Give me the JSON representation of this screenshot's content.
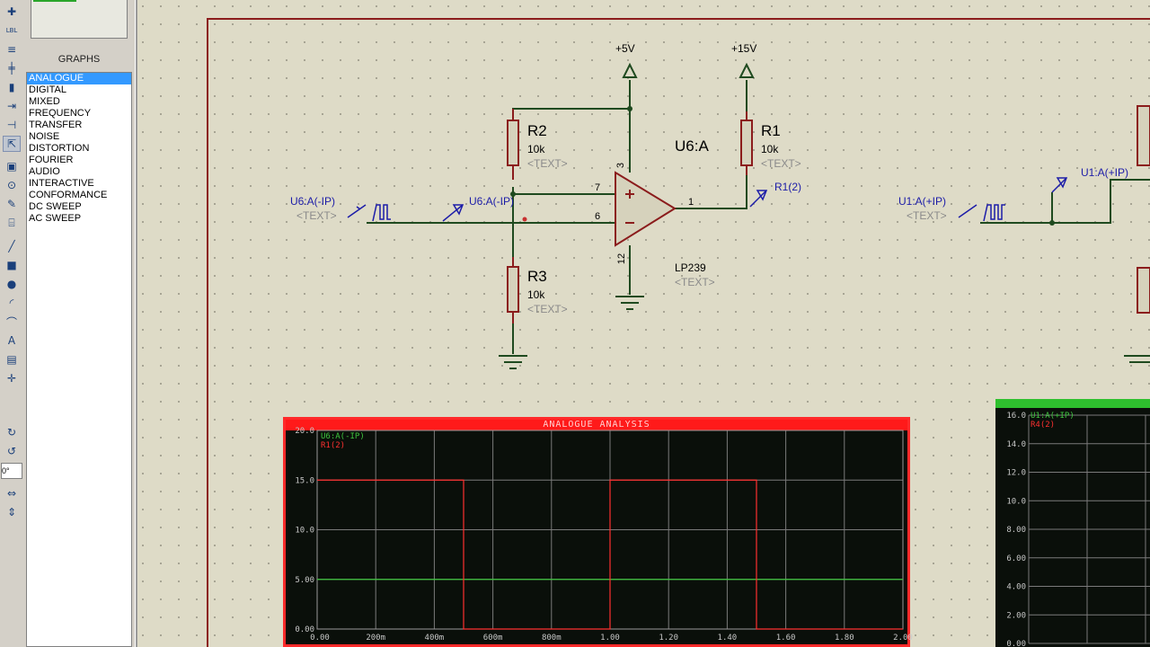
{
  "panel": {
    "title": "GRAPHS",
    "items": [
      "ANALOGUE",
      "DIGITAL",
      "MIXED",
      "FREQUENCY",
      "TRANSFER",
      "NOISE",
      "DISTORTION",
      "FOURIER",
      "AUDIO",
      "INTERACTIVE",
      "CONFORMANCE",
      "DC SWEEP",
      "AC SWEEP"
    ],
    "selected": "ANALOGUE"
  },
  "toolbar": {
    "angle": "0°",
    "icons": [
      "component-mode-icon",
      "label-mode-icon",
      "script-mode-icon",
      "bus-mode-icon",
      "subcircuit-mode-icon",
      "terminal-mode-icon",
      "pin-mode-icon",
      "graph-mode-icon",
      "tape-recorder-icon",
      "generator-mode-icon",
      "probe-mode-icon",
      "virtual-instrument-icon",
      "line-icon",
      "box-icon",
      "circle-icon",
      "arc-icon",
      "path-icon",
      "text-icon",
      "symbol-icon",
      "marker-icon",
      "rotate-clockwise-icon",
      "rotate-anticlockwise-icon",
      "mirror-horizontal-icon",
      "mirror-vertical-icon"
    ]
  },
  "schematic": {
    "power_5v": "+5V",
    "power_15v": "+15V",
    "r2": {
      "ref": "R2",
      "value": "10k",
      "text": "<TEXT>"
    },
    "r1": {
      "ref": "R1",
      "value": "10k",
      "text": "<TEXT>"
    },
    "r3": {
      "ref": "R3",
      "value": "10k",
      "text": "<TEXT>"
    },
    "opamp": {
      "ref": "U6:A",
      "part": "LP239",
      "text": "<TEXT>",
      "pins": {
        "in_plus": "7",
        "in_minus": "6",
        "vcc": "3",
        "gnd": "12",
        "out": "1"
      }
    },
    "generator1": {
      "label": "U6:A(-IP)",
      "text": "<TEXT>"
    },
    "probe_in": "U6:A(-IP)",
    "probe_out": "R1(2)",
    "generator2": {
      "label": "U1:A(+IP)",
      "text": "<TEXT>"
    },
    "probe_right": "U1:A(+IP)"
  },
  "graph1": {
    "title": "ANALOGUE ANALYSIS",
    "traces": [
      {
        "name": "U6:A(-IP)",
        "color": "#3ec43e"
      },
      {
        "name": "R1(2)",
        "color": "#ff3030"
      }
    ]
  },
  "graph2": {
    "traces": [
      {
        "name": "U1:A(+IP)",
        "color": "#3ec43e"
      },
      {
        "name": "R4(2)",
        "color": "#ff3030"
      }
    ]
  },
  "chart_data": [
    {
      "type": "line",
      "title": "ANALOGUE ANALYSIS",
      "x_ticks": [
        "0.00",
        "200m",
        "400m",
        "600m",
        "800m",
        "1.00",
        "1.20",
        "1.40",
        "1.60",
        "1.80",
        "2.00"
      ],
      "y_ticks": [
        "0.00",
        "5.00",
        "10.0",
        "15.0",
        "20.0"
      ],
      "xlim": [
        0,
        2.0
      ],
      "ylim": [
        0,
        20
      ],
      "grid": true,
      "series": [
        {
          "name": "U6:A(-IP)",
          "x": [
            0,
            0.5,
            0.5,
            1.0,
            1.0,
            1.5,
            1.5,
            2.0
          ],
          "y": [
            5,
            5,
            5,
            5,
            5,
            5,
            5,
            5
          ]
        },
        {
          "name": "R1(2)",
          "x": [
            0,
            0.5,
            0.5,
            1.0,
            1.0,
            1.5,
            1.5,
            2.0
          ],
          "y": [
            15,
            15,
            0,
            0,
            15,
            15,
            0,
            0
          ]
        }
      ]
    },
    {
      "type": "line",
      "y_ticks": [
        "0.00",
        "2.00",
        "4.00",
        "6.00",
        "8.00",
        "10.0",
        "12.0",
        "14.0",
        "16.0"
      ],
      "ylim": [
        0,
        16
      ],
      "grid": true,
      "series": [
        {
          "name": "U1:A(+IP)"
        },
        {
          "name": "R4(2)"
        }
      ]
    }
  ]
}
